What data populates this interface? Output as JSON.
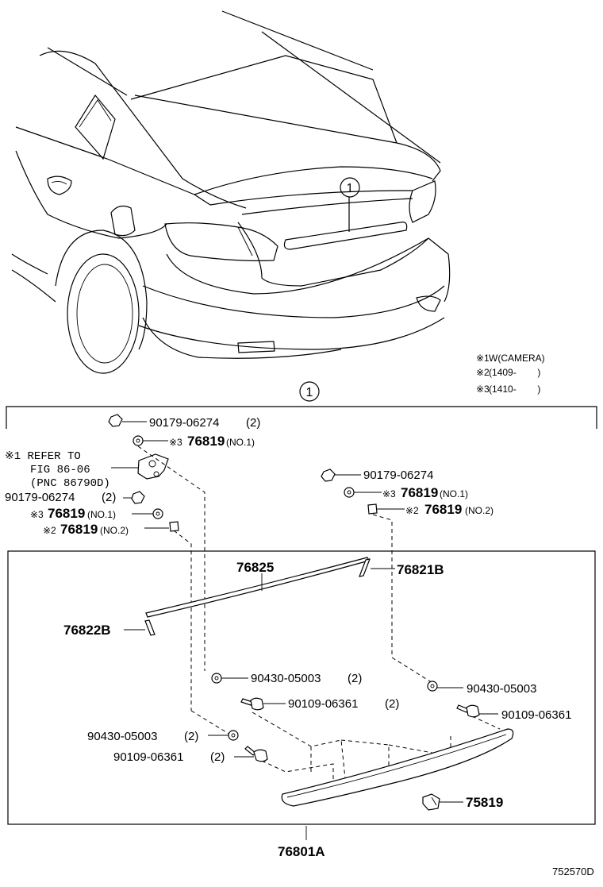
{
  "notes": [
    {
      "mark": "※1",
      "text": "W(CAMERA)"
    },
    {
      "mark": "※2",
      "text": "(1409-        )"
    },
    {
      "mark": "※3",
      "text": "(1410-        )"
    }
  ],
  "callout": {
    "number": "1"
  },
  "refer": {
    "line1": "※1 REFER TO",
    "line2": "FIG 86-06",
    "line3": "(PNC 86790D)"
  },
  "parts": {
    "p_90179_top": {
      "no": "90179-06274",
      "qty": "(2)"
    },
    "p_76819_top": {
      "mark": "※3",
      "no": "76819",
      "sub": "(NO.1)"
    },
    "p_90179_left": {
      "no": "90179-06274",
      "qty": "(2)"
    },
    "p_76819_left1": {
      "mark": "※3",
      "no": "76819",
      "sub": "(NO.1)"
    },
    "p_76819_left2": {
      "mark": "※2",
      "no": "76819",
      "sub": "(NO.2)"
    },
    "p_90179_right": {
      "no": "90179-06274"
    },
    "p_76819_right1": {
      "mark": "※3",
      "no": "76819",
      "sub": "(NO.1)"
    },
    "p_76819_right2": {
      "mark": "※2",
      "no": "76819",
      "sub": "(NO.2)"
    },
    "p_76825": {
      "no": "76825"
    },
    "p_76821B": {
      "no": "76821B"
    },
    "p_76822B": {
      "no": "76822B"
    },
    "p_90430_mid": {
      "no": "90430-05003",
      "qty": "(2)"
    },
    "p_90109_mid": {
      "no": "90109-06361",
      "qty": "(2)"
    },
    "p_90430_right": {
      "no": "90430-05003"
    },
    "p_90109_right": {
      "no": "90109-06361"
    },
    "p_90430_left": {
      "no": "90430-05003",
      "qty": "(2)"
    },
    "p_90109_left": {
      "no": "90109-06361",
      "qty": "(2)"
    },
    "p_75819": {
      "no": "75819"
    },
    "p_76801A": {
      "no": "76801A"
    }
  },
  "figure_id": "752570D"
}
